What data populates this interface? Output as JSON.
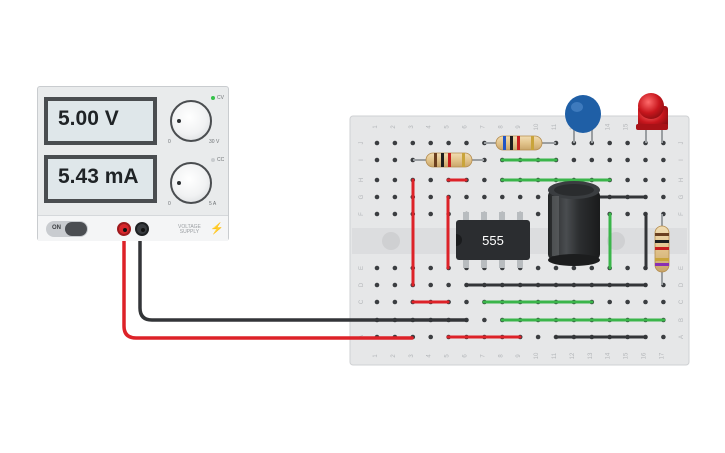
{
  "power_supply": {
    "voltage_display": "5.00 V",
    "current_display": "5.43 mA",
    "voltage_knob": {
      "min_label": "0",
      "max_label": "30 V"
    },
    "current_knob": {
      "min_label": "0",
      "max_label": "5 A"
    },
    "cv_label": "CV",
    "cc_label": "CC",
    "switch_label": "ON",
    "panel_label_line1": "VOLTAGE",
    "panel_label_line2": "SUPPLY",
    "bolt_glyph": "⚡",
    "cv_led_color": "#35c24a"
  },
  "breadboard": {
    "column_numbers": [
      "1",
      "2",
      "3",
      "4",
      "5",
      "6",
      "7",
      "8",
      "9",
      "10",
      "11",
      "12",
      "13",
      "14",
      "15",
      "16",
      "17"
    ],
    "row_letters_top": [
      "J",
      "I",
      "H",
      "G",
      "F"
    ],
    "row_letters_bottom": [
      "E",
      "D",
      "C",
      "B",
      "A"
    ]
  },
  "ic": {
    "label": "555"
  },
  "colors": {
    "wire_red": "#dd2228",
    "wire_black": "#333538",
    "wire_green": "#3ab54a",
    "capacitor_blue": "#1f5fa6",
    "led_red": "#c8161d"
  }
}
